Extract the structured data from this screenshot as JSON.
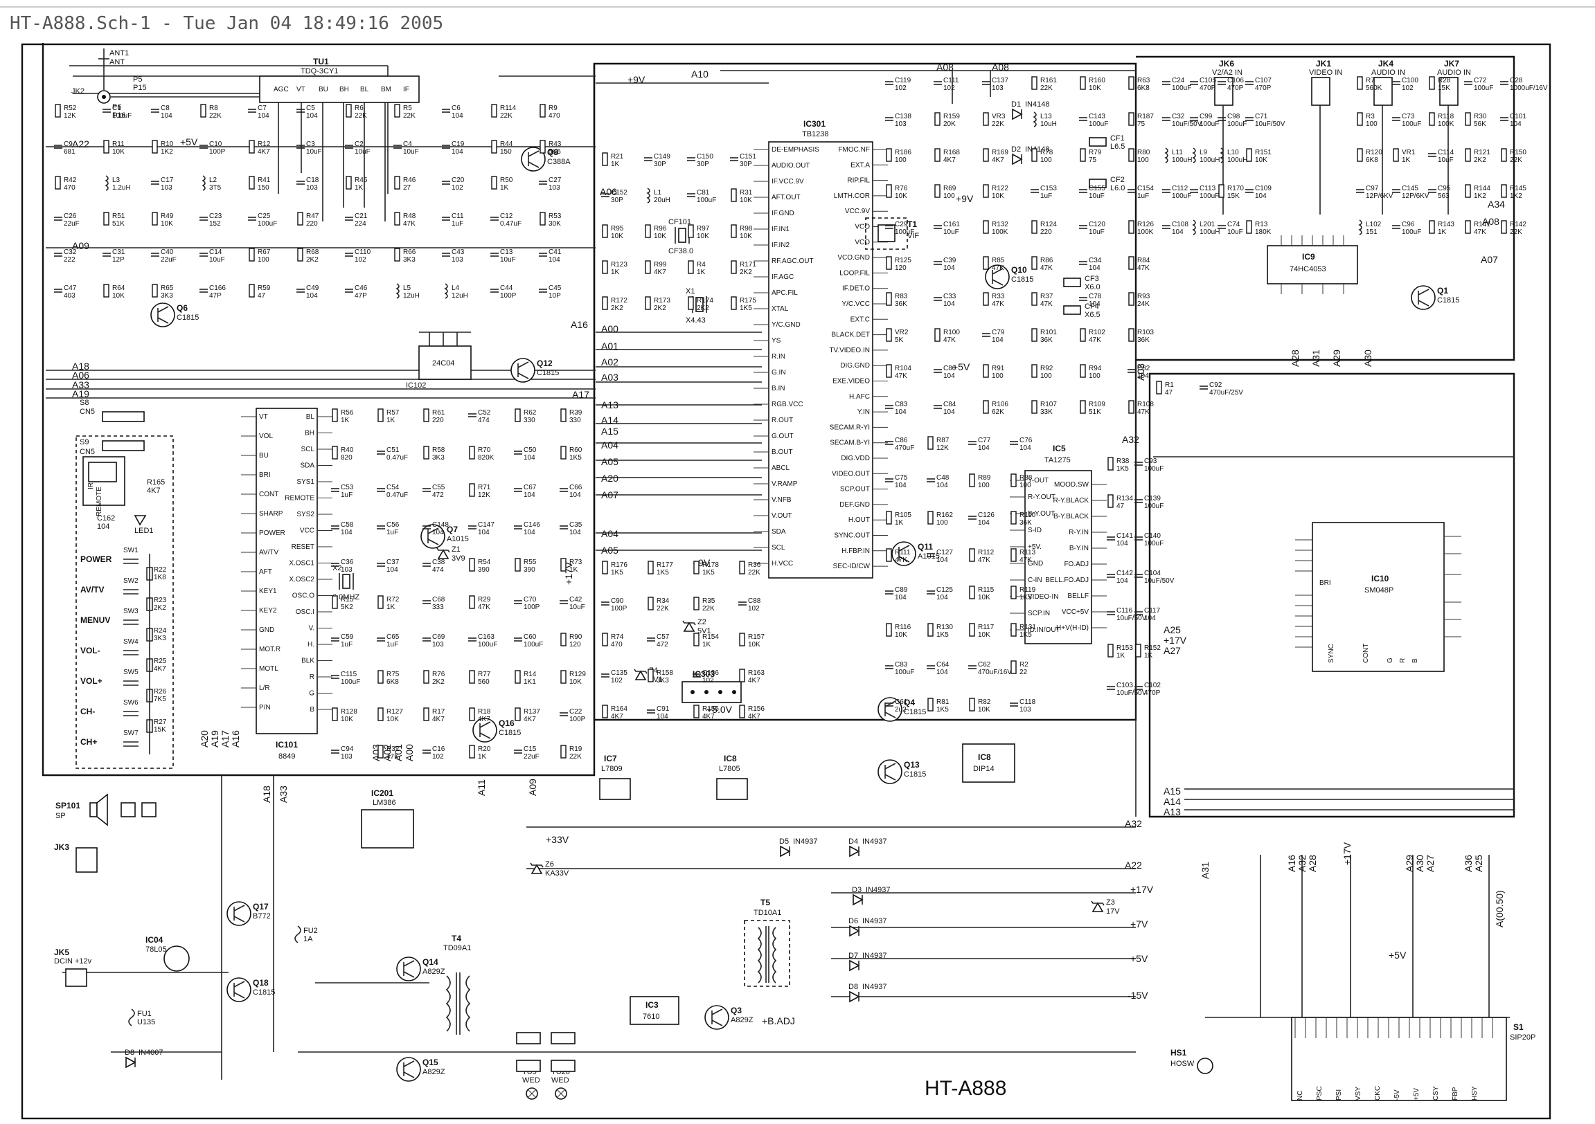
{
  "header_text": "HT-A888.Sch-1 - Tue Jan 04 18:49:16 2005",
  "title_block": "HT-A888",
  "sheet_ref": "A(00.50)",
  "nets": [
    "A00",
    "A01",
    "A02",
    "A03",
    "A04",
    "A05",
    "A06",
    "A07",
    "A08",
    "A09",
    "A10",
    "A11",
    "A13",
    "A14",
    "A15",
    "A16",
    "A17",
    "A18",
    "A19",
    "A20",
    "A22",
    "A25",
    "A27",
    "A28",
    "A29",
    "A30",
    "A31",
    "A32",
    "A33",
    "A34",
    "A36",
    "+5V",
    "+9V",
    "+5.0V",
    "+33V",
    "+17V",
    "+7V",
    "-15V",
    "+B.ADJ"
  ],
  "tuner": {
    "ref": "TU1",
    "part": "TDQ-3CY1",
    "pins": [
      "AGC",
      "VT",
      "BU",
      "BH",
      "BL",
      "BM",
      "IF"
    ],
    "antenna": [
      "ANT1",
      "ANT",
      "JK2",
      "P5",
      "P15",
      "P6",
      "P16"
    ]
  },
  "ics": [
    {
      "ref": "IC301",
      "part": "TB1238",
      "left_pins": [
        "DE-EMPHASIS",
        "AUDIO.OUT",
        "IF.VCC.9V",
        "AFT.OUT",
        "IF.GND",
        "IF.IN1",
        "IF.IN2",
        "RF.AGC.OUT",
        "IF.AGC",
        "APC.FIL",
        "XTAL",
        "Y/C.GND",
        "YS",
        "R.IN",
        "G.IN",
        "B.IN",
        "RGB.VCC",
        "R.OUT",
        "G.OUT",
        "B.OUT",
        "ABCL",
        "V.RAMP",
        "V.NFB",
        "V.OUT",
        "SDA",
        "SCL",
        "H.VCC"
      ],
      "right_pins": [
        "FMOC.NF",
        "EXT.A",
        "RIP.FIL",
        "LMTH.COR",
        "VCC.9V",
        "VCO",
        "VCO",
        "VCO.GND",
        "LOOP.FIL",
        "IF.DET.O",
        "Y/C.VCC",
        "EXT.C",
        "BLACK.DET",
        "TV.VIDEO.IN",
        "DIG.GND",
        "EXE.VIDEO",
        "H.AFC",
        "Y.IN",
        "SECAM.R-YI",
        "SECAM.B-YI",
        "DIG.VDD",
        "VIDEO.OUT",
        "SCP.OUT",
        "DEF.GND",
        "H.OUT",
        "SYNC.OUT",
        "H.FBP.IN",
        "SEC-ID/CW"
      ]
    },
    {
      "ref": "IC101",
      "part": "8849",
      "left_pins": [
        "VT",
        "VOL",
        "BU",
        "BRI",
        "CONT",
        "SHARP",
        "POWER",
        "AV/TV",
        "AFT",
        "KEY1",
        "KEY2",
        "GND",
        "MOT.R",
        "MOTL",
        "L/R",
        "P/N"
      ],
      "right_pins": [
        "BL",
        "BH",
        "SCL",
        "SDA",
        "SYS1",
        "REMOTE",
        "SYS2",
        "VCC",
        "RESET",
        "X.OSC1",
        "X.OSC2",
        "OSC.O",
        "OSC.I",
        "V.",
        "H.",
        "BLK",
        "R",
        "G",
        "B"
      ]
    },
    {
      "ref": "IC102",
      "part": "24C04"
    },
    {
      "ref": "IC5",
      "part": "TA1275",
      "left_pins": [
        "Y-OUT",
        "R-Y.OUT",
        "B-Y.OUT",
        "S-ID",
        "+5V.",
        "GND",
        "C-IN",
        "VIDEO-IN",
        "SCP.IN",
        "ID.IN/OUT"
      ],
      "right_pins": [
        "MOOD.SW",
        "R-Y.BLACK",
        "B-Y.BLACK",
        "R-Y.IN",
        "B-Y.IN",
        "FO.ADJ",
        "BELL.FO.ADJ",
        "BELLF",
        "VCC+5V",
        "H+V(H-ID)"
      ]
    },
    {
      "ref": "IC9",
      "part": "74HC4053"
    },
    {
      "ref": "IC10",
      "part": "SM048P",
      "pins": [
        "BRI",
        "SYNC",
        "CONT",
        "G",
        "R",
        "B"
      ]
    },
    {
      "ref": "IC8",
      "part": "DIP14"
    },
    {
      "ref": "IC201",
      "part": "LM386"
    },
    {
      "ref": "IC303",
      "part": ""
    },
    {
      "ref": "IC7",
      "part": "L7809"
    },
    {
      "ref": "IC8",
      "part": "L7805"
    },
    {
      "ref": "IC3",
      "part": "7610"
    },
    {
      "ref": "IC04",
      "part": "78L05"
    }
  ],
  "transistors": [
    {
      "ref": "Q8",
      "part": "C388A"
    },
    {
      "ref": "Q6",
      "part": "C1815"
    },
    {
      "ref": "Q12",
      "part": "C1815"
    },
    {
      "ref": "Q7",
      "part": "A1015"
    },
    {
      "ref": "Q16",
      "part": "C1815"
    },
    {
      "ref": "Q10",
      "part": "C1815"
    },
    {
      "ref": "Q11",
      "part": "A1015"
    },
    {
      "ref": "Q4",
      "part": "C1815"
    },
    {
      "ref": "Q13",
      "part": "C1815"
    },
    {
      "ref": "Q1",
      "part": "C1815"
    },
    {
      "ref": "Q17",
      "part": "B772"
    },
    {
      "ref": "Q18",
      "part": "C1815"
    },
    {
      "ref": "Q14",
      "part": "A829Z"
    },
    {
      "ref": "Q15",
      "part": "A829Z"
    },
    {
      "ref": "Q3",
      "part": "A829Z"
    }
  ],
  "keys": [
    "POWER",
    "AV/TV",
    "MENUV",
    "VOL-",
    "VOL+",
    "CH-",
    "CH+"
  ],
  "key_refs": [
    "SW1",
    "SW2",
    "SW3",
    "SW4",
    "SW5",
    "SW6",
    "SW7"
  ],
  "key_res": [
    [
      "R22",
      "1K8"
    ],
    [
      "R23",
      "2K2"
    ],
    [
      "R24",
      "3K3"
    ],
    [
      "R25",
      "4K7"
    ],
    [
      "R26",
      "7K5"
    ],
    [
      "R27",
      "15K"
    ]
  ],
  "remote": {
    "labels": [
      "S8",
      "CN5",
      "S9",
      "CN5",
      "IR",
      "REMOTE",
      "LED1"
    ],
    "parts": [
      [
        "R165",
        "4K7"
      ],
      [
        "C162",
        "104"
      ]
    ]
  },
  "jacks": [
    {
      "ref": "JK6",
      "label": "V2/A2 IN"
    },
    {
      "ref": "JK1",
      "label": "VIDEO IN"
    },
    {
      "ref": "JK4",
      "label": "AUDIO IN"
    },
    {
      "ref": "JK7",
      "label": "AUDIO IN"
    },
    {
      "ref": "JK3",
      "label": ""
    },
    {
      "ref": "JK5",
      "label": "DCIN +12v"
    }
  ],
  "transformers": [
    {
      "ref": "T5",
      "part": "TD10A1"
    },
    {
      "ref": "T4",
      "part": "TD09A1"
    },
    {
      "ref": "T1",
      "part": "VIF"
    }
  ],
  "connector": {
    "ref": "S1",
    "part": "SIP20P",
    "pin_labels": [
      "NC",
      "PSC",
      "PSI",
      "VSY",
      "CKC",
      "-5V",
      "+5V",
      "CSY",
      "FBP",
      "HSY"
    ]
  },
  "switches": [
    {
      "ref": "HS1",
      "part": "HOSW"
    },
    {
      "ref": "SP101",
      "part": "SP"
    }
  ],
  "zeners": [
    {
      "ref": "Z1",
      "part": "3V9"
    },
    {
      "ref": "Z2",
      "part": "5V1"
    },
    {
      "ref": "Z4",
      "part": "5V1"
    },
    {
      "ref": "Z6",
      "part": "KA33V"
    },
    {
      "ref": "Z3",
      "part": "17V"
    }
  ],
  "diodes": [
    {
      "ref": "D1",
      "part": "IN4148"
    },
    {
      "ref": "D2",
      "part": "IN4148"
    },
    {
      "ref": "D3",
      "part": "IN4937"
    },
    {
      "ref": "D4",
      "part": "IN4937"
    },
    {
      "ref": "D5",
      "part": "IN4937"
    },
    {
      "ref": "D6",
      "part": "IN4937"
    },
    {
      "ref": "D7",
      "part": "IN4937"
    },
    {
      "ref": "D8",
      "part": "IN4937"
    },
    {
      "ref": "D8",
      "part": "IN4007"
    }
  ],
  "crystals": [
    {
      "ref": "X1",
      "part": "X4.43"
    },
    {
      "ref": "X2",
      "part": "6.0MHZ"
    },
    {
      "ref": "CF101",
      "part": "CF38.0"
    }
  ],
  "filters": [
    [
      "CF1",
      "L6.5"
    ],
    [
      "CF2",
      "L6.0"
    ],
    [
      "CF3",
      "X6.0"
    ],
    [
      "CF4",
      "X6.5"
    ]
  ],
  "fuses": [
    [
      "FU2",
      "1A"
    ],
    [
      "FU1",
      "U135"
    ]
  ],
  "bulbs": [
    [
      "TU5",
      "WED"
    ],
    [
      "TU20",
      "WED"
    ]
  ],
  "components": [
    [
      "R52",
      "12K"
    ],
    [
      "C1",
      "100uF"
    ],
    [
      "C8",
      "104"
    ],
    [
      "R8",
      "22K"
    ],
    [
      "C7",
      "104"
    ],
    [
      "C5",
      "104"
    ],
    [
      "R6",
      "22K"
    ],
    [
      "R5",
      "22K"
    ],
    [
      "C6",
      "104"
    ],
    [
      "R114",
      "22K"
    ],
    [
      "R9",
      "470"
    ],
    [
      "C9",
      "681"
    ],
    [
      "R11",
      "10K"
    ],
    [
      "R10",
      "1K2"
    ],
    [
      "C10",
      "100P"
    ],
    [
      "R12",
      "4K7"
    ],
    [
      "C3",
      "10uF"
    ],
    [
      "C2",
      "10uF"
    ],
    [
      "C4",
      "10uF"
    ],
    [
      "C19",
      "104"
    ],
    [
      "R44",
      "150"
    ],
    [
      "R43",
      "5K6"
    ],
    [
      "R42",
      "470"
    ],
    [
      "L3",
      "1.2uH"
    ],
    [
      "C17",
      "103"
    ],
    [
      "L2",
      "3T5"
    ],
    [
      "R41",
      "150"
    ],
    [
      "C18",
      "103"
    ],
    [
      "R45",
      "1K"
    ],
    [
      "R46",
      "27"
    ],
    [
      "C20",
      "102"
    ],
    [
      "R50",
      "1K"
    ],
    [
      "C27",
      "103"
    ],
    [
      "C26",
      "22uF"
    ],
    [
      "R51",
      "51K"
    ],
    [
      "R49",
      "10K"
    ],
    [
      "C23",
      "152"
    ],
    [
      "C25",
      "100uF"
    ],
    [
      "R47",
      "220"
    ],
    [
      "C21",
      "224"
    ],
    [
      "R48",
      "47K"
    ],
    [
      "C11",
      "1uF"
    ],
    [
      "C12",
      "0.47uF"
    ],
    [
      "R53",
      "30K"
    ],
    [
      "C32",
      "222"
    ],
    [
      "C31",
      "12P"
    ],
    [
      "C40",
      "22uF"
    ],
    [
      "C14",
      "10uF"
    ],
    [
      "R67",
      "100"
    ],
    [
      "R68",
      "2K2"
    ],
    [
      "C110",
      "102"
    ],
    [
      "R66",
      "3K3"
    ],
    [
      "C43",
      "103"
    ],
    [
      "C13",
      "10uF"
    ],
    [
      "C41",
      "104"
    ],
    [
      "C47",
      "403"
    ],
    [
      "R64",
      "10K"
    ],
    [
      "R65",
      "3K3"
    ],
    [
      "C166",
      "47P"
    ],
    [
      "R59",
      "47"
    ],
    [
      "C49",
      "104"
    ],
    [
      "C46",
      "47P"
    ],
    [
      "L5",
      "12uH"
    ],
    [
      "L4",
      "12uH"
    ],
    [
      "C44",
      "100P"
    ],
    [
      "C45",
      "10P"
    ],
    [
      "R56",
      "1K"
    ],
    [
      "R57",
      "1K"
    ],
    [
      "R61",
      "220"
    ],
    [
      "C52",
      "474"
    ],
    [
      "R62",
      "330"
    ],
    [
      "R39",
      "330"
    ],
    [
      "R40",
      "820"
    ],
    [
      "C51",
      "0.47uF"
    ],
    [
      "R58",
      "3K3"
    ],
    [
      "R70",
      "820K"
    ],
    [
      "C50",
      "104"
    ],
    [
      "R60",
      "1K5"
    ],
    [
      "C53",
      "1uF"
    ],
    [
      "C54",
      "0.47uF"
    ],
    [
      "C55",
      "472"
    ],
    [
      "R71",
      "12K"
    ],
    [
      "C67",
      "104"
    ],
    [
      "C66",
      "104"
    ],
    [
      "C58",
      "104"
    ],
    [
      "C56",
      "1uF"
    ],
    [
      "C148",
      "104"
    ],
    [
      "C147",
      "104"
    ],
    [
      "C146",
      "104"
    ],
    [
      "C35",
      "104"
    ],
    [
      "C36",
      "103"
    ],
    [
      "C37",
      "104"
    ],
    [
      "C38",
      "474"
    ],
    [
      "R54",
      "390"
    ],
    [
      "R55",
      "390"
    ],
    [
      "R73",
      "1K"
    ],
    [
      "R15",
      "5K2"
    ],
    [
      "R72",
      "1K"
    ],
    [
      "C68",
      "333"
    ],
    [
      "R29",
      "47K"
    ],
    [
      "C70",
      "100P"
    ],
    [
      "C42",
      "10uF"
    ],
    [
      "C59",
      "1uF"
    ],
    [
      "C65",
      "1uF"
    ],
    [
      "C69",
      "103"
    ],
    [
      "C163",
      "100uF"
    ],
    [
      "C60",
      "100uF"
    ],
    [
      "R90",
      "120"
    ],
    [
      "C115",
      "100uF"
    ],
    [
      "R75",
      "6K8"
    ],
    [
      "R76",
      "2K2"
    ],
    [
      "R77",
      "560"
    ],
    [
      "R14",
      "1K1"
    ],
    [
      "R129",
      "10K"
    ],
    [
      "R128",
      "10K"
    ],
    [
      "R127",
      "10K"
    ],
    [
      "R17",
      "4K7"
    ],
    [
      "R18",
      "4K7"
    ],
    [
      "R137",
      "4K7"
    ],
    [
      "C22",
      "100P"
    ],
    [
      "C94",
      "103"
    ],
    [
      "R32",
      "47K"
    ],
    [
      "C16",
      "102"
    ],
    [
      "R20",
      "1K"
    ],
    [
      "C15",
      "22uF"
    ],
    [
      "R19",
      "22K"
    ],
    [
      "R21",
      "1K"
    ],
    [
      "C149",
      "30P"
    ],
    [
      "C150",
      "30P"
    ],
    [
      "C151",
      "30P"
    ],
    [
      "C152",
      "30P"
    ],
    [
      "L1",
      "20uH"
    ],
    [
      "C81",
      "100uF"
    ],
    [
      "R31",
      "10K"
    ],
    [
      "R95",
      "10K"
    ],
    [
      "R96",
      "10K"
    ],
    [
      "R97",
      "10K"
    ],
    [
      "R98",
      "10K"
    ],
    [
      "R123",
      "1K"
    ],
    [
      "R99",
      "4K7"
    ],
    [
      "R4",
      "1K"
    ],
    [
      "R171",
      "2K2"
    ],
    [
      "R172",
      "2K2"
    ],
    [
      "R173",
      "2K2"
    ],
    [
      "R174",
      "2K2"
    ],
    [
      "R175",
      "1K5"
    ],
    [
      "R176",
      "1K5"
    ],
    [
      "R177",
      "1K5"
    ],
    [
      "R178",
      "1K5"
    ],
    [
      "R36",
      "22K"
    ],
    [
      "C90",
      "100P"
    ],
    [
      "R34",
      "22K"
    ],
    [
      "R35",
      "22K"
    ],
    [
      "C88",
      "102"
    ],
    [
      "R74",
      "470"
    ],
    [
      "C57",
      "472"
    ],
    [
      "R154",
      "1K"
    ],
    [
      "R157",
      "10K"
    ],
    [
      "C135",
      "102"
    ],
    [
      "R158",
      "3K3"
    ],
    [
      "C136",
      "102"
    ],
    [
      "R163",
      "4K7"
    ],
    [
      "R164",
      "4K7"
    ],
    [
      "C91",
      "104"
    ],
    [
      "R155",
      "4K7"
    ],
    [
      "R156",
      "4K7"
    ],
    [
      "C119",
      "102"
    ],
    [
      "C111",
      "102"
    ],
    [
      "C137",
      "103"
    ],
    [
      "R161",
      "22K"
    ],
    [
      "R160",
      "10K"
    ],
    [
      "R63",
      "6K8"
    ],
    [
      "C138",
      "103"
    ],
    [
      "R159",
      "20K"
    ],
    [
      "VR3",
      "22K"
    ],
    [
      "L13",
      "10uH"
    ],
    [
      "C143",
      "100uF"
    ],
    [
      "R187",
      "75"
    ],
    [
      "R186",
      "100"
    ],
    [
      "R168",
      "4K7"
    ],
    [
      "R169",
      "4K7"
    ],
    [
      "R78",
      "100"
    ],
    [
      "R79",
      "75"
    ],
    [
      "R80",
      "100"
    ],
    [
      "R76",
      "10K"
    ],
    [
      "R69",
      "100"
    ],
    [
      "R122",
      "10K"
    ],
    [
      "C153",
      "1uF"
    ],
    [
      "C155",
      "10uF"
    ],
    [
      "C154",
      "1uF"
    ],
    [
      "C29",
      "100uF"
    ],
    [
      "C161",
      "10uF"
    ],
    [
      "R132",
      "100K"
    ],
    [
      "R124",
      "220"
    ],
    [
      "C120",
      "10uF"
    ],
    [
      "R126",
      "100K"
    ],
    [
      "R125",
      "120"
    ],
    [
      "C39",
      "104"
    ],
    [
      "R85",
      "47K"
    ],
    [
      "R86",
      "47K"
    ],
    [
      "C34",
      "104"
    ],
    [
      "R84",
      "47K"
    ],
    [
      "R83",
      "36K"
    ],
    [
      "C33",
      "104"
    ],
    [
      "R33",
      "47K"
    ],
    [
      "R37",
      "47K"
    ],
    [
      "C78",
      "104"
    ],
    [
      "R93",
      "24K"
    ],
    [
      "VR2",
      "5K"
    ],
    [
      "R100",
      "47K"
    ],
    [
      "C79",
      "104"
    ],
    [
      "R101",
      "36K"
    ],
    [
      "R102",
      "47K"
    ],
    [
      "R103",
      "36K"
    ],
    [
      "R104",
      "47K"
    ],
    [
      "C80",
      "104"
    ],
    [
      "R91",
      "100"
    ],
    [
      "R92",
      "100"
    ],
    [
      "R94",
      "100"
    ],
    [
      "C82",
      "104"
    ],
    [
      "C83",
      "104"
    ],
    [
      "C84",
      "104"
    ],
    [
      "R106",
      "62K"
    ],
    [
      "R107",
      "33K"
    ],
    [
      "R109",
      "51K"
    ],
    [
      "R108",
      "47K"
    ],
    [
      "C86",
      "470uF"
    ],
    [
      "R87",
      "12K"
    ],
    [
      "C77",
      "104"
    ],
    [
      "C76",
      "104"
    ],
    [
      "C75",
      "104"
    ],
    [
      "C48",
      "104"
    ],
    [
      "R89",
      "100"
    ],
    [
      "R88",
      "100"
    ],
    [
      "R105",
      "1K"
    ],
    [
      "R162",
      "100"
    ],
    [
      "C126",
      "104"
    ],
    [
      "R110",
      "36K"
    ],
    [
      "R111",
      "47K"
    ],
    [
      "C127",
      "104"
    ],
    [
      "R112",
      "47K"
    ],
    [
      "R113",
      "47K"
    ],
    [
      "C89",
      "104"
    ],
    [
      "C125",
      "104"
    ],
    [
      "R115",
      "10K"
    ],
    [
      "R119",
      "1K5"
    ],
    [
      "R116",
      "10K"
    ],
    [
      "R130",
      "1K5"
    ],
    [
      "R117",
      "10K"
    ],
    [
      "R131",
      "1K5"
    ],
    [
      "C83",
      "100uF"
    ],
    [
      "C64",
      "104"
    ],
    [
      "C62",
      "470uF/16V"
    ],
    [
      "R2",
      "22"
    ],
    [
      "C61",
      "2u2"
    ],
    [
      "R81",
      "1K5"
    ],
    [
      "R82",
      "10K"
    ],
    [
      "C118",
      "103"
    ],
    [
      "R38",
      "1K5"
    ],
    [
      "C93",
      "100uF"
    ],
    [
      "R134",
      "47"
    ],
    [
      "C139",
      "100uF"
    ],
    [
      "C141",
      "104"
    ],
    [
      "C140",
      "100uF"
    ],
    [
      "C142",
      "104"
    ],
    [
      "C104",
      "10uF/50V"
    ],
    [
      "C116",
      "10uF/50V"
    ],
    [
      "C117",
      "104"
    ],
    [
      "R153",
      "1K"
    ],
    [
      "R152",
      "1K"
    ],
    [
      "C103",
      "10uF/50V"
    ],
    [
      "C102",
      "470P"
    ],
    [
      "C24",
      "100uF"
    ],
    [
      "C105",
      "470P"
    ],
    [
      "C106",
      "470P"
    ],
    [
      "C107",
      "470P"
    ],
    [
      "C32",
      "10uF/50V"
    ],
    [
      "C99",
      "100uF"
    ],
    [
      "C98",
      "100uF"
    ],
    [
      "C71",
      "10uF/50V"
    ],
    [
      "L11",
      "100uH"
    ],
    [
      "L9",
      "100uH"
    ],
    [
      "L10",
      "100uH"
    ],
    [
      "R151",
      "10K"
    ],
    [
      "C112",
      "100uF"
    ],
    [
      "C113",
      "100uF"
    ],
    [
      "R170",
      "15K"
    ],
    [
      "C109",
      "104"
    ],
    [
      "C108",
      "104"
    ],
    [
      "L201",
      "100uH"
    ],
    [
      "C74",
      "10uF"
    ],
    [
      "R13",
      "180K"
    ],
    [
      "R7",
      "560K"
    ],
    [
      "C100",
      "102"
    ],
    [
      "R28",
      "15K"
    ],
    [
      "C72",
      "100uF"
    ],
    [
      "C28",
      "1000uF/16V"
    ],
    [
      "R3",
      "100"
    ],
    [
      "C73",
      "100uF"
    ],
    [
      "R118",
      "100K"
    ],
    [
      "R30",
      "56K"
    ],
    [
      "C101",
      "104"
    ],
    [
      "R120",
      "6K8"
    ],
    [
      "VR1",
      "1K"
    ],
    [
      "C114",
      "10uF"
    ],
    [
      "R121",
      "2K2"
    ],
    [
      "R150",
      "22K"
    ],
    [
      "C97",
      "12P/6KV"
    ],
    [
      "C145",
      "12P/6KV"
    ],
    [
      "C95",
      "563"
    ],
    [
      "R144",
      "1K2"
    ],
    [
      "R145",
      "1K2"
    ],
    [
      "L102",
      "151"
    ],
    [
      "C96",
      "100uF"
    ],
    [
      "R143",
      "1K"
    ],
    [
      "R141",
      "47K"
    ],
    [
      "R142",
      "22K"
    ],
    [
      "R1",
      "47"
    ],
    [
      "C92",
      "470uF/25V"
    ]
  ]
}
